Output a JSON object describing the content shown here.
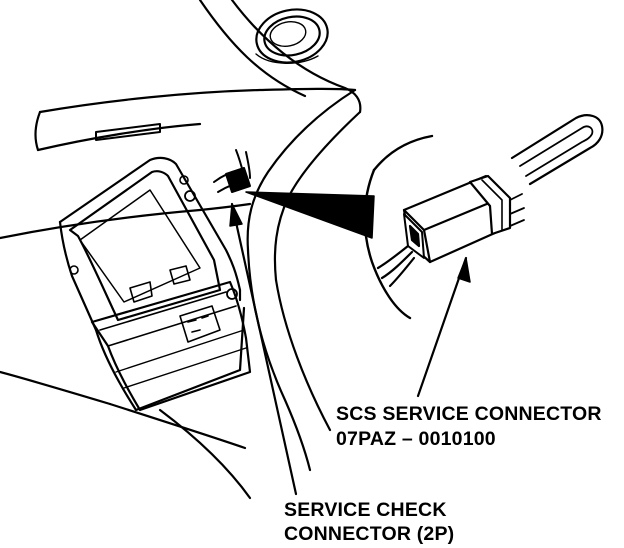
{
  "labels": {
    "scs_connector": {
      "line1": "SCS SERVICE CONNECTOR",
      "line2": "07PAZ – 0010100"
    },
    "service_check_connector": {
      "line1": "SERVICE CHECK",
      "line2": "CONNECTOR (2P)"
    }
  },
  "colors": {
    "ink": "#000000",
    "paper": "#ffffff"
  }
}
